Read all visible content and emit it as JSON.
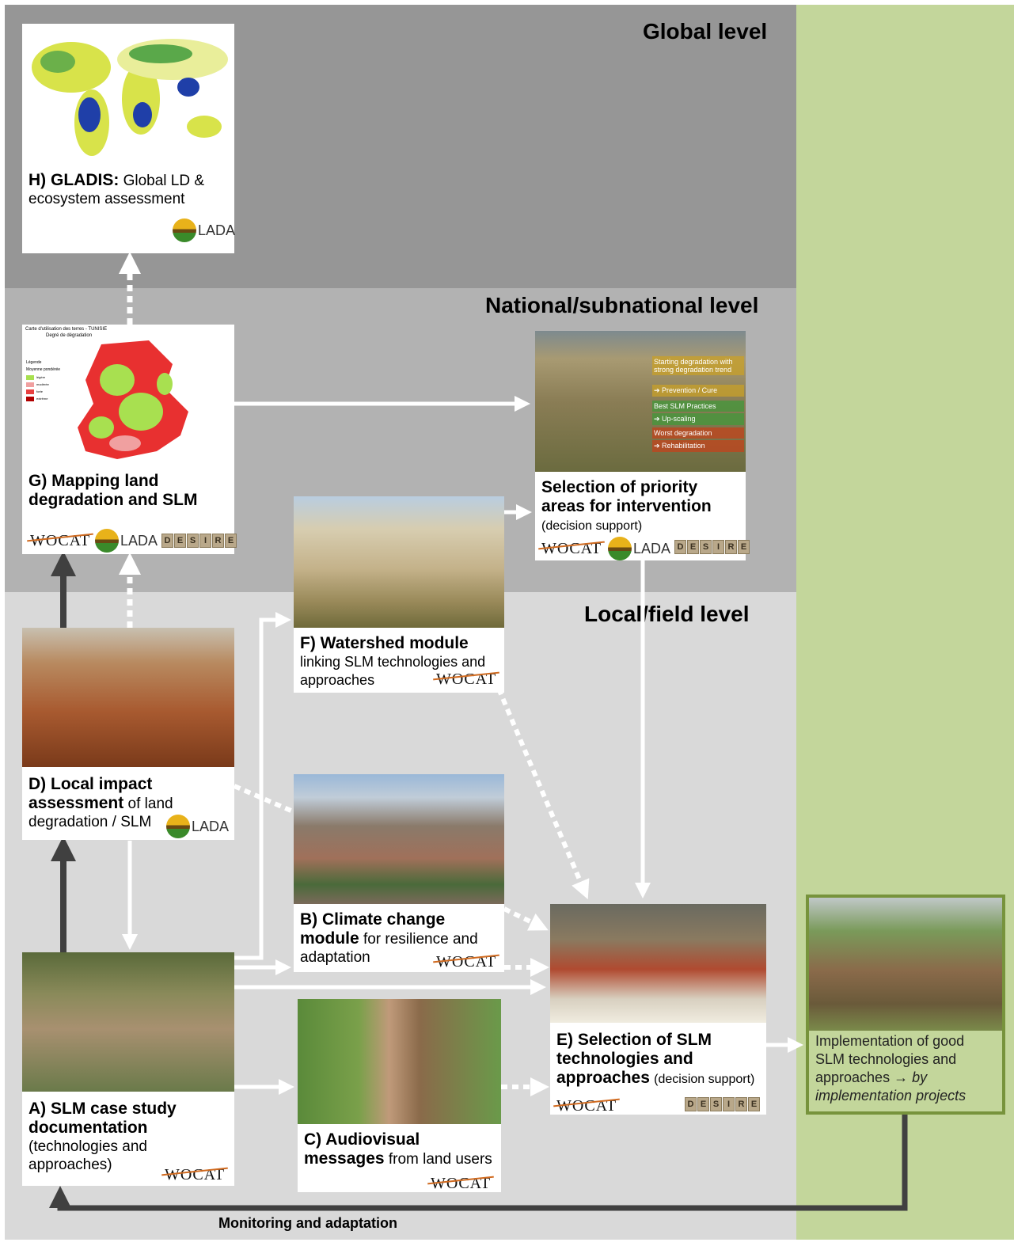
{
  "levels": {
    "global": "Global level",
    "national": "National/subnational level",
    "local": "Local/field level"
  },
  "cards": {
    "h": {
      "bold": "H) GLADIS:",
      "text": " Global LD & ecosystem assessment",
      "photo": "world-degradation-map"
    },
    "g": {
      "bold": "G) Mapping land degradation and SLM",
      "photo": "tunisia-land-use-map",
      "map_title1": "Carte d'utilisation des terres - TUNISIE",
      "map_title2": "Degré de dégradation",
      "legend_title": "Légende",
      "legend_sub": "Moyenne pondérée",
      "legend_items": [
        "légère",
        "modérée",
        "forte",
        "extrême"
      ]
    },
    "priority": {
      "bold": "Selection of priority areas for intervention",
      "small": "(decision support)",
      "photo": "landscape-priority-areas",
      "overlay": [
        "Starting degradation with strong degradation trend",
        "➔ Prevention / Cure",
        "Best SLM Practices",
        "➔ Up-scaling",
        "Worst degradation",
        "➔ Rehabilitation"
      ]
    },
    "f": {
      "bold": "F) Watershed module",
      "text": "linking SLM technologies and approaches",
      "photo": "watershed-hills"
    },
    "d": {
      "bold1": "D) Local impact",
      "bold2": "assessment",
      "text": " of land degradation / SLM",
      "photo": "gully-erosion"
    },
    "b": {
      "bold": "B) Climate change module",
      "text": " for resilience and adaptation",
      "photo": "mountain-valley"
    },
    "a": {
      "bold": "A) SLM case study documentation",
      "text": "(technologies and approaches)",
      "photo": "group-meeting-field"
    },
    "c": {
      "bold": "C) Audiovisual messages",
      "text": " from land users",
      "photo": "farmer-portrait"
    },
    "e": {
      "bold": "E) Selection of SLM technologies and approaches",
      "small": "(decision support)",
      "photo": "workshop-table"
    },
    "impl": {
      "text": "Implementation of good SLM technologies and approaches ",
      "arrow": "→",
      "italic": "by implementation projects",
      "photo": "terrace-farming"
    }
  },
  "logos": {
    "wocat": "WOCAT",
    "lada": "LADA",
    "desire": [
      "D",
      "E",
      "S",
      "I",
      "R",
      "E"
    ]
  },
  "footer": {
    "monitoring": "Monitoring and adaptation"
  },
  "colors": {
    "global_band": "#969696",
    "national_band": "#b2b2b2",
    "local_band": "#d9d9d9",
    "impl_column": "#c3d69b",
    "impl_border": "#77933c",
    "arrow_dark": "#404040",
    "arrow_white": "#ffffff"
  }
}
